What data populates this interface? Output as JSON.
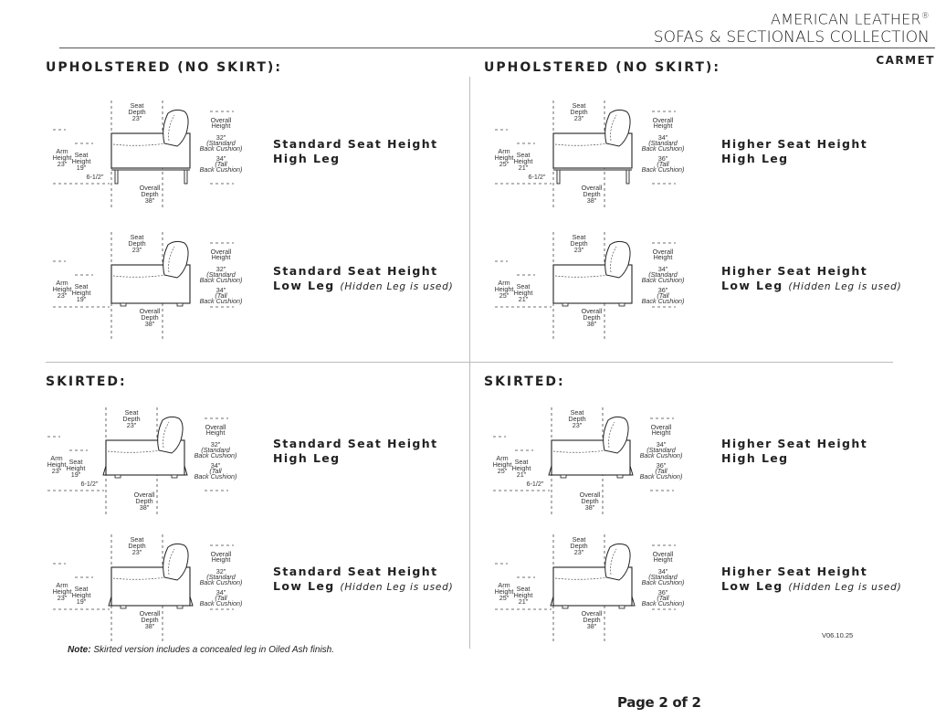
{
  "brand": {
    "line1": "AMERICAN LEATHER",
    "reg": "®",
    "line2": "SOFAS & SECTIONALS COLLECTION",
    "model": "CARMET"
  },
  "sections": {
    "upholstered": "UPHOLSTERED (NO SKIRT):",
    "skirted": "SKIRTED:"
  },
  "labels": {
    "seat_depth": [
      "Seat",
      "Depth",
      "23\""
    ],
    "overall_height": [
      "Overall",
      "Height"
    ],
    "standard_back": "(Standard",
    "back_cushion": "Back Cushion)",
    "tall": "(Tall",
    "overall_depth": [
      "Overall",
      "Depth",
      "38\""
    ],
    "arm_height": [
      "Arm",
      "Height"
    ],
    "seat_height": [
      "Seat",
      "Height"
    ],
    "leg_gap": "6-1/2\""
  },
  "diagrams": [
    {
      "arm": "23\"",
      "seat": "19\"",
      "std": "32\"",
      "tall": "34\"",
      "legs": "high",
      "skirt": false
    },
    {
      "arm": "25\"",
      "seat": "21\"",
      "std": "34\"",
      "tall": "36\"",
      "legs": "high",
      "skirt": false
    },
    {
      "arm": "23\"",
      "seat": "19\"",
      "std": "32\"",
      "tall": "34\"",
      "legs": "low",
      "skirt": false
    },
    {
      "arm": "25\"",
      "seat": "21\"",
      "std": "34\"",
      "tall": "36\"",
      "legs": "low",
      "skirt": false
    },
    {
      "arm": "23\"",
      "seat": "19\"",
      "std": "32\"",
      "tall": "34\"",
      "legs": "high",
      "skirt": true
    },
    {
      "arm": "25\"",
      "seat": "21\"",
      "std": "34\"",
      "tall": "36\"",
      "legs": "high",
      "skirt": true
    },
    {
      "arm": "23\"",
      "seat": "19\"",
      "std": "32\"",
      "tall": "34\"",
      "legs": "low",
      "skirt": true
    },
    {
      "arm": "25\"",
      "seat": "21\"",
      "std": "34\"",
      "tall": "36\"",
      "legs": "low",
      "skirt": true
    }
  ],
  "specs": {
    "standard_seat": "Standard Seat Height",
    "higher_seat": "Higher Seat Height",
    "high_leg": "High Leg",
    "low_leg": "Low Leg",
    "hidden_note": "(Hidden Leg is used)"
  },
  "footnote": {
    "bold": "Note:",
    "text": " Skirted version includes a concealed leg in Oiled Ash finish."
  },
  "version": "V06.10.25",
  "page": "Page 2 of 2"
}
